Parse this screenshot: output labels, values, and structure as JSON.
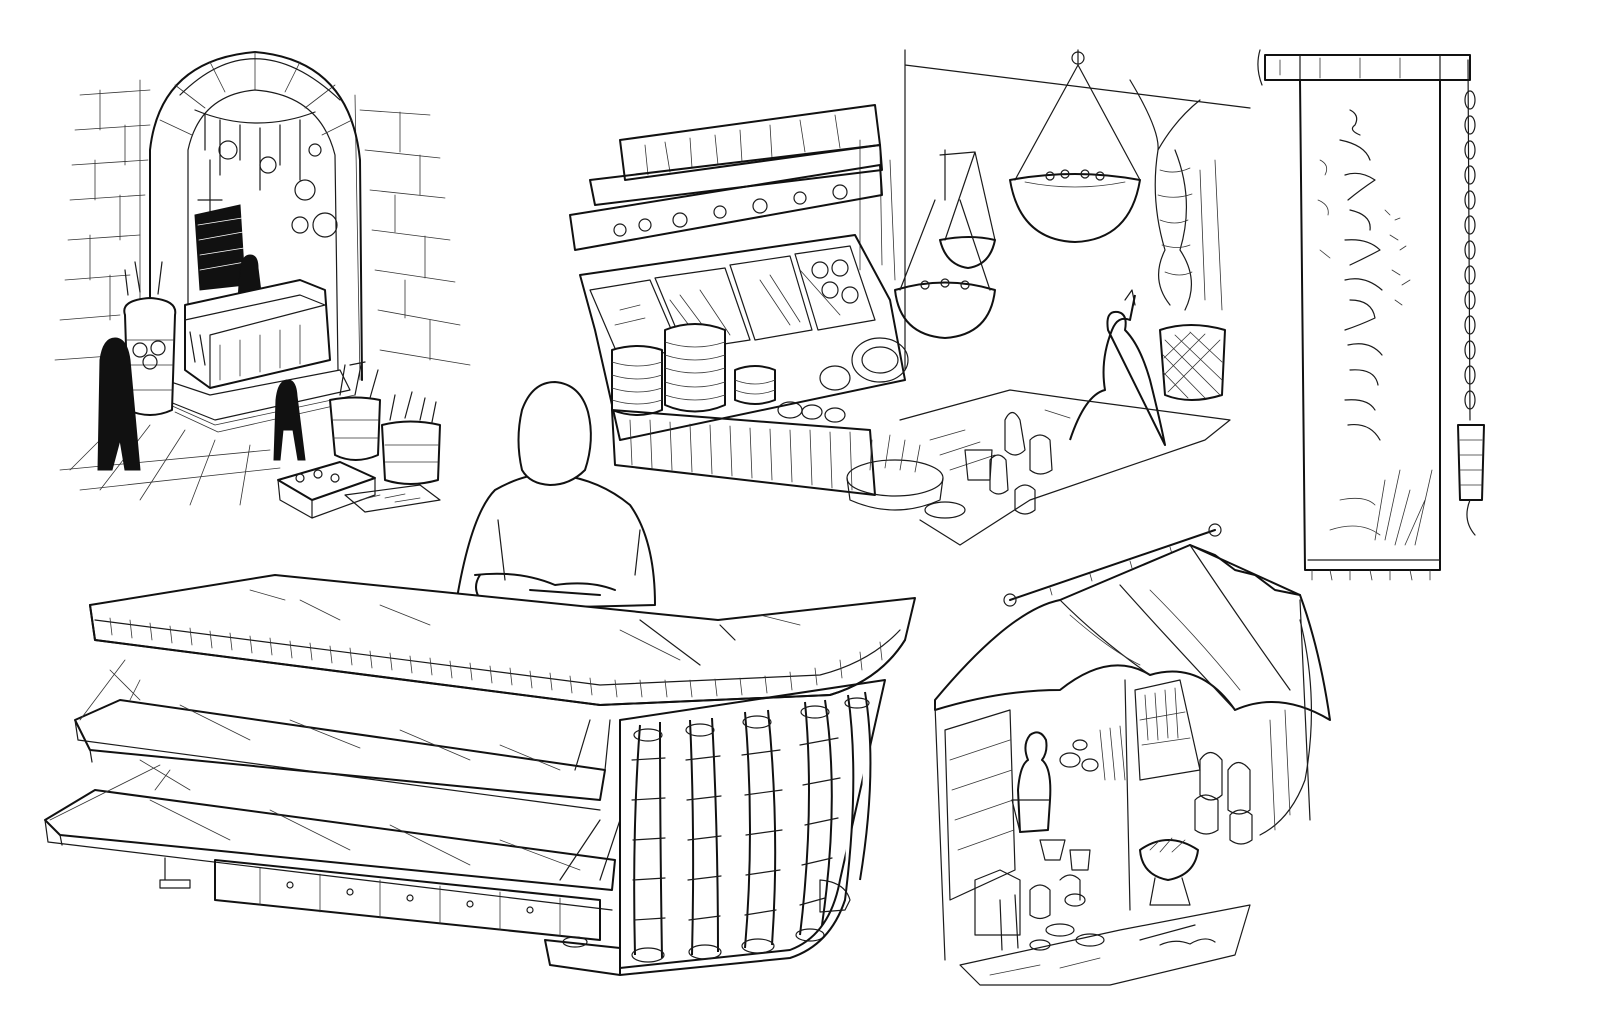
{
  "sketches": [
    {
      "subject": "archway-shop"
    },
    {
      "subject": "market-stall-with-scales"
    },
    {
      "subject": "hanging-scroll-banner"
    },
    {
      "subject": "shop-counter-with-figure"
    },
    {
      "subject": "canopy-tent-stall"
    }
  ],
  "colors": {
    "paper": "#ffffff",
    "ink": "#111111"
  }
}
